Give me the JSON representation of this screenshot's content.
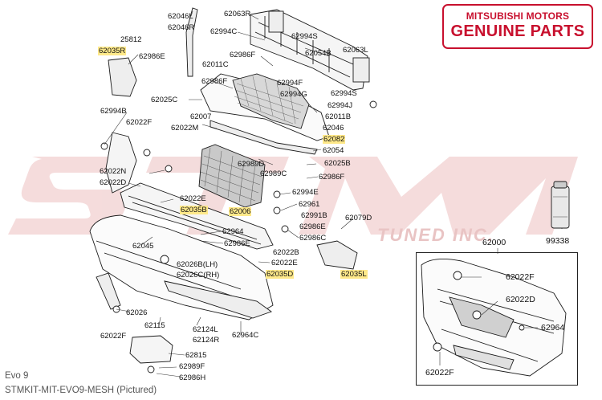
{
  "brand": {
    "line1": "MITSUBISHI MOTORS",
    "line2": "GENUINE PARTS",
    "color": "#c8102e"
  },
  "watermark": {
    "big": "STM",
    "small": "TUNED INC.",
    "color": "#f1d3d3"
  },
  "highlight_color": "#ffe98a",
  "footer": {
    "model": "Evo 9",
    "sku": "STMKIT-MIT-EVO9-MESH  (Pictured)"
  },
  "parts": [
    {
      "id": "p62046L",
      "label": "62046L"
    },
    {
      "id": "p62046R",
      "label": "62046R"
    },
    {
      "id": "p62063R",
      "label": "62063R"
    },
    {
      "id": "p62994C",
      "label": "62994C"
    },
    {
      "id": "p62994S_a",
      "label": "62994S"
    },
    {
      "id": "p25812",
      "label": "25812"
    },
    {
      "id": "p62035R",
      "label": "62035R"
    },
    {
      "id": "p62986E_a",
      "label": "62986E"
    },
    {
      "id": "p62986F_a",
      "label": "62986F"
    },
    {
      "id": "p62054B",
      "label": "62054B"
    },
    {
      "id": "p62063L",
      "label": "62063L"
    },
    {
      "id": "p62011C",
      "label": "62011C"
    },
    {
      "id": "p62986F_b",
      "label": "62986F"
    },
    {
      "id": "p62994F",
      "label": "62994F"
    },
    {
      "id": "p62994G",
      "label": "62994G"
    },
    {
      "id": "p62994S_b",
      "label": "62994S"
    },
    {
      "id": "p62994J",
      "label": "62994J"
    },
    {
      "id": "p62025C",
      "label": "62025C"
    },
    {
      "id": "p62994B",
      "label": "62994B"
    },
    {
      "id": "p62011B",
      "label": "62011B"
    },
    {
      "id": "p62007",
      "label": "62007"
    },
    {
      "id": "p62022F_a",
      "label": "62022F"
    },
    {
      "id": "p62022M",
      "label": "62022M"
    },
    {
      "id": "p62046",
      "label": "62046"
    },
    {
      "id": "p62082",
      "label": "62082"
    },
    {
      "id": "p62054",
      "label": "62054"
    },
    {
      "id": "p62989D",
      "label": "62989D"
    },
    {
      "id": "p62025B",
      "label": "62025B"
    },
    {
      "id": "p62022N",
      "label": "62022N"
    },
    {
      "id": "p62989C",
      "label": "62989C"
    },
    {
      "id": "p62986F_c",
      "label": "62986F"
    },
    {
      "id": "p62022D_a",
      "label": "62022D"
    },
    {
      "id": "p62994E",
      "label": "62994E"
    },
    {
      "id": "p62022E_a",
      "label": "62022E"
    },
    {
      "id": "p62961",
      "label": "62961"
    },
    {
      "id": "p62035B",
      "label": "62035B"
    },
    {
      "id": "p62006",
      "label": "62006"
    },
    {
      "id": "p62991B",
      "label": "62991B"
    },
    {
      "id": "p62079D",
      "label": "62079D"
    },
    {
      "id": "p62964_a",
      "label": "62964"
    },
    {
      "id": "p62986E_b",
      "label": "62986E"
    },
    {
      "id": "p62986C",
      "label": "62986C"
    },
    {
      "id": "p62045",
      "label": "62045"
    },
    {
      "id": "p62986E_c",
      "label": "62986E"
    },
    {
      "id": "p62022B",
      "label": "62022B"
    },
    {
      "id": "p62022E_b",
      "label": "62022E"
    },
    {
      "id": "p62026B",
      "label": "62026B(LH)"
    },
    {
      "id": "p62026C",
      "label": "62026C(RH)"
    },
    {
      "id": "p62035D",
      "label": "62035D"
    },
    {
      "id": "p62035L",
      "label": "62035L"
    },
    {
      "id": "p62026",
      "label": "62026"
    },
    {
      "id": "p62115",
      "label": "62115"
    },
    {
      "id": "p62124L",
      "label": "62124L"
    },
    {
      "id": "p62124R",
      "label": "62124R"
    },
    {
      "id": "p62964C",
      "label": "62964C"
    },
    {
      "id": "p62022F_b",
      "label": "62022F"
    },
    {
      "id": "p62815",
      "label": "62815"
    },
    {
      "id": "p62989F",
      "label": "62989F"
    },
    {
      "id": "p62986H",
      "label": "62986H"
    },
    {
      "id": "p99338",
      "label": "99338"
    },
    {
      "id": "p62000",
      "label": "62000"
    }
  ],
  "inset": {
    "labels": [
      {
        "id": "i62022F_a",
        "label": "62022F"
      },
      {
        "id": "i62022D",
        "label": "62022D"
      },
      {
        "id": "i62964",
        "label": "62964"
      },
      {
        "id": "i62022F_b",
        "label": "62022F"
      }
    ]
  }
}
